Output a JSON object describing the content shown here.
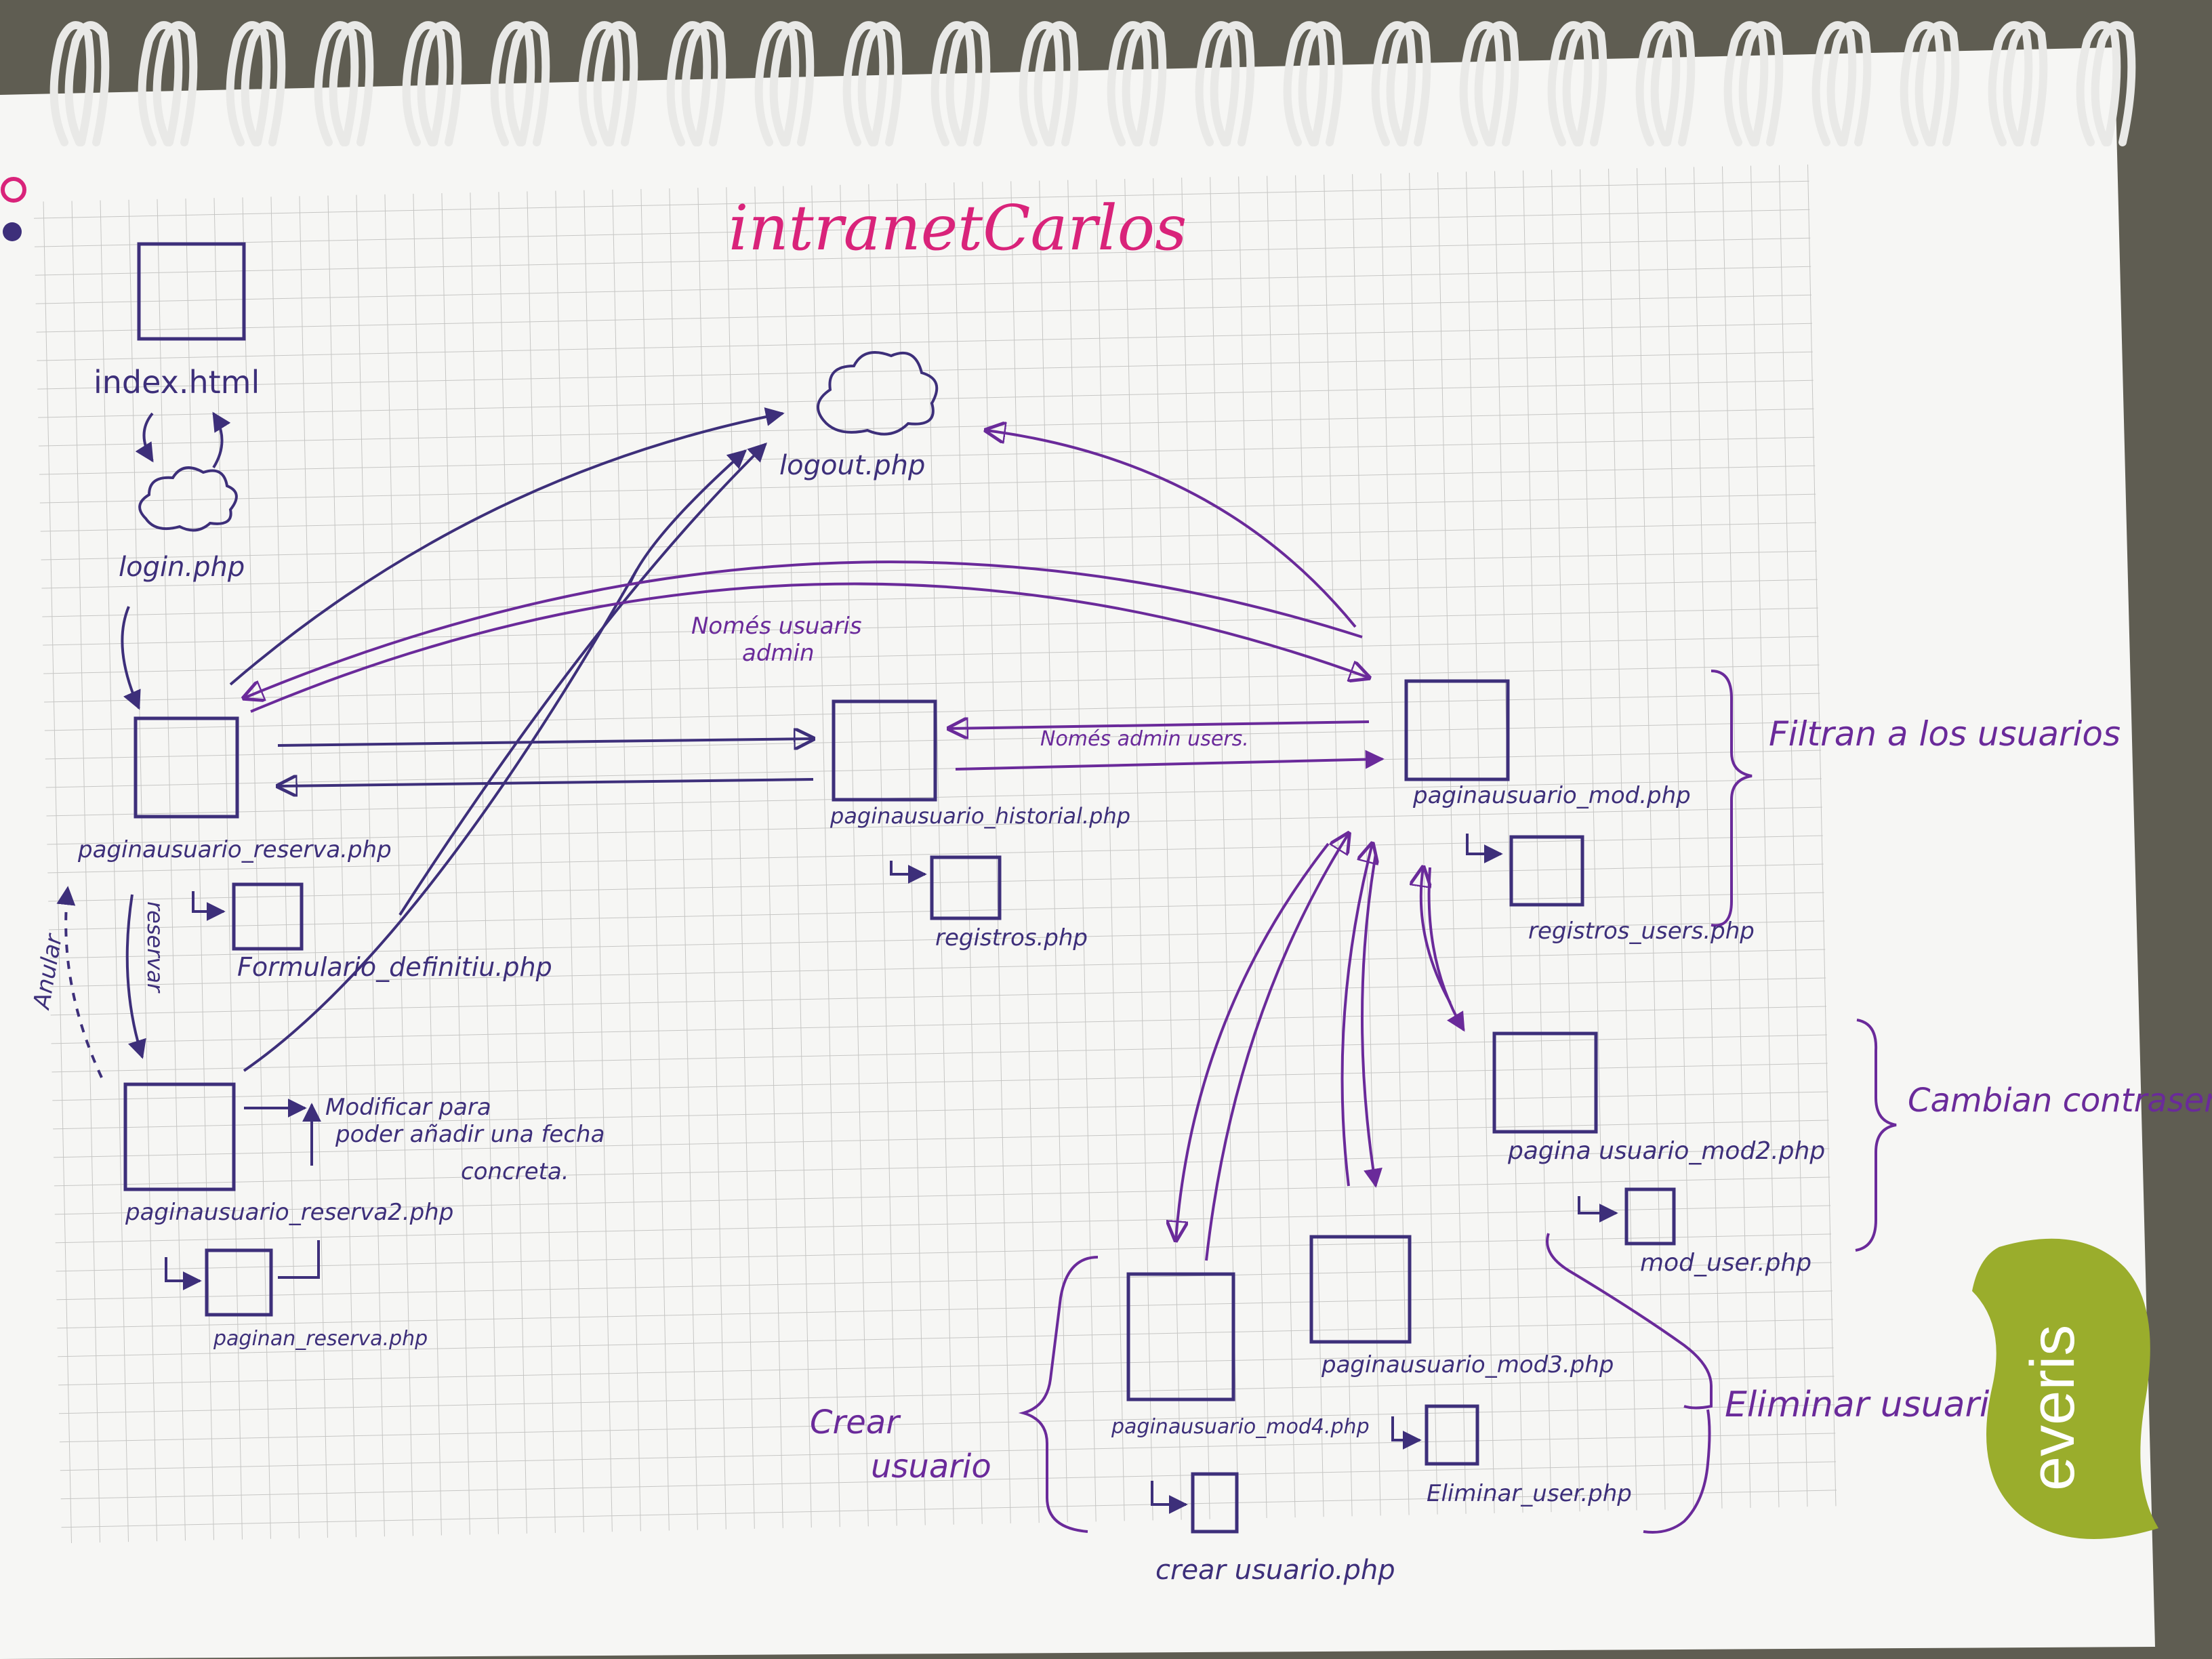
{
  "title": "intranetCarlos",
  "colors": {
    "title_ink": "#d9237a",
    "dark_ink": "#3d2f7a",
    "purple_ink": "#6a2a9a",
    "grid": "#c5c5c5",
    "paper": "#f6f6f4",
    "logo_bg": "#9aad2c"
  },
  "logo": {
    "text": "everis"
  },
  "nodes": {
    "index": "index.html",
    "login": "login.php",
    "logout": "logout.php",
    "reserva": "paginausuario_reserva.php",
    "formulario": "Formulario_definitiu.php",
    "reserva2": "paginausuario_reserva2.php",
    "paginaReserva": "paginan_reserva.php",
    "historial": "paginausuario_historial.php",
    "registros": "registros.php",
    "mod": "paginausuario_mod.php",
    "registrosUsers": "registros_users.php",
    "mod2": "pagina usuario_mod2.php",
    "modUser": "mod_user.php",
    "mod3": "paginausuario_mod3.php",
    "eliminarUser": "Eliminar_user.php",
    "mod4": "paginausuario_mod4.php",
    "crearUsuario": "crear usuario.php"
  },
  "annotations": {
    "nomesAdmin1": "Només usuaris",
    "nomesAdmin2": "admin",
    "nomesAdminUsers": "Només admin users.",
    "reservar": "reservar",
    "anular": "Anular",
    "modificar1": "Modificar para",
    "modificar2": "poder añadir una fecha",
    "modificar3": "concreta.",
    "filtran": "Filtran a los usuarios",
    "cambian": "Cambian contraseña",
    "eliminar": "Eliminar usuario",
    "crear1": "Crear",
    "crear2": "usuario"
  }
}
